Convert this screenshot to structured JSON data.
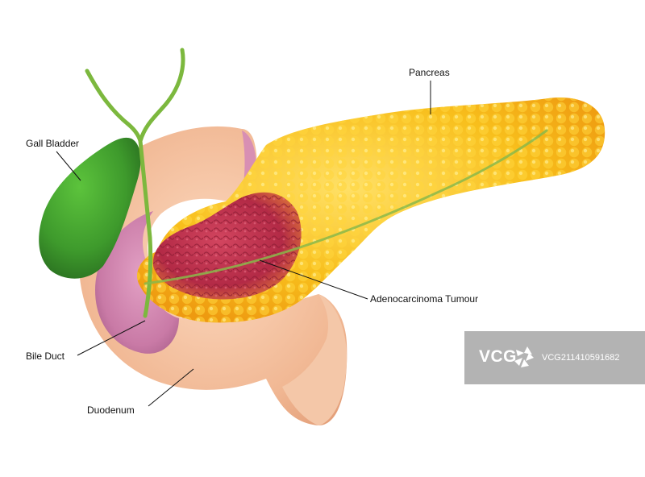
{
  "labels": {
    "pancreas": "Pancreas",
    "gall_bladder": "Gall Bladder",
    "tumour": "Adenocarcinoma Tumour",
    "bile_duct": "Bile Duct",
    "duodenum": "Duodenum"
  },
  "watermark": {
    "brand": "VCG",
    "image_id": "VCG211410591682"
  },
  "colors": {
    "pancreas": "#f6b81a",
    "gall_bladder": "#3f9a2e",
    "duodenum": "#f2bc9a",
    "tumour": "#b52a45",
    "bile_duct": "#7cb83e",
    "watermark": "#969696"
  }
}
